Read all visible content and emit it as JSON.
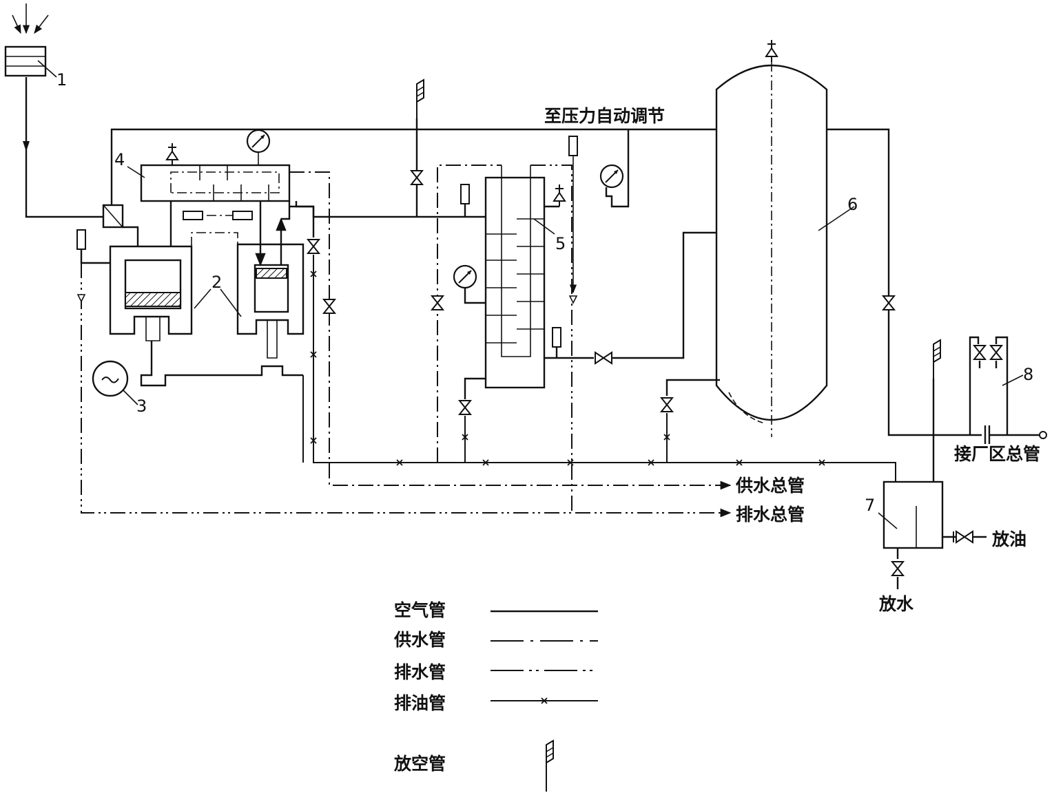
{
  "labels": {
    "pressure_control": "至压力自动调节",
    "supply_main": "供水总管",
    "drain_main": "排水总管",
    "plant_main": "接厂区总管",
    "oil_out": "放油",
    "water_out": "放水"
  },
  "numbers": [
    "1",
    "2",
    "3",
    "4",
    "5",
    "6",
    "7",
    "8"
  ],
  "legend": {
    "air": "空气管",
    "supply": "供水管",
    "drain": "排水管",
    "oil": "排油管",
    "vent": "放空管"
  }
}
